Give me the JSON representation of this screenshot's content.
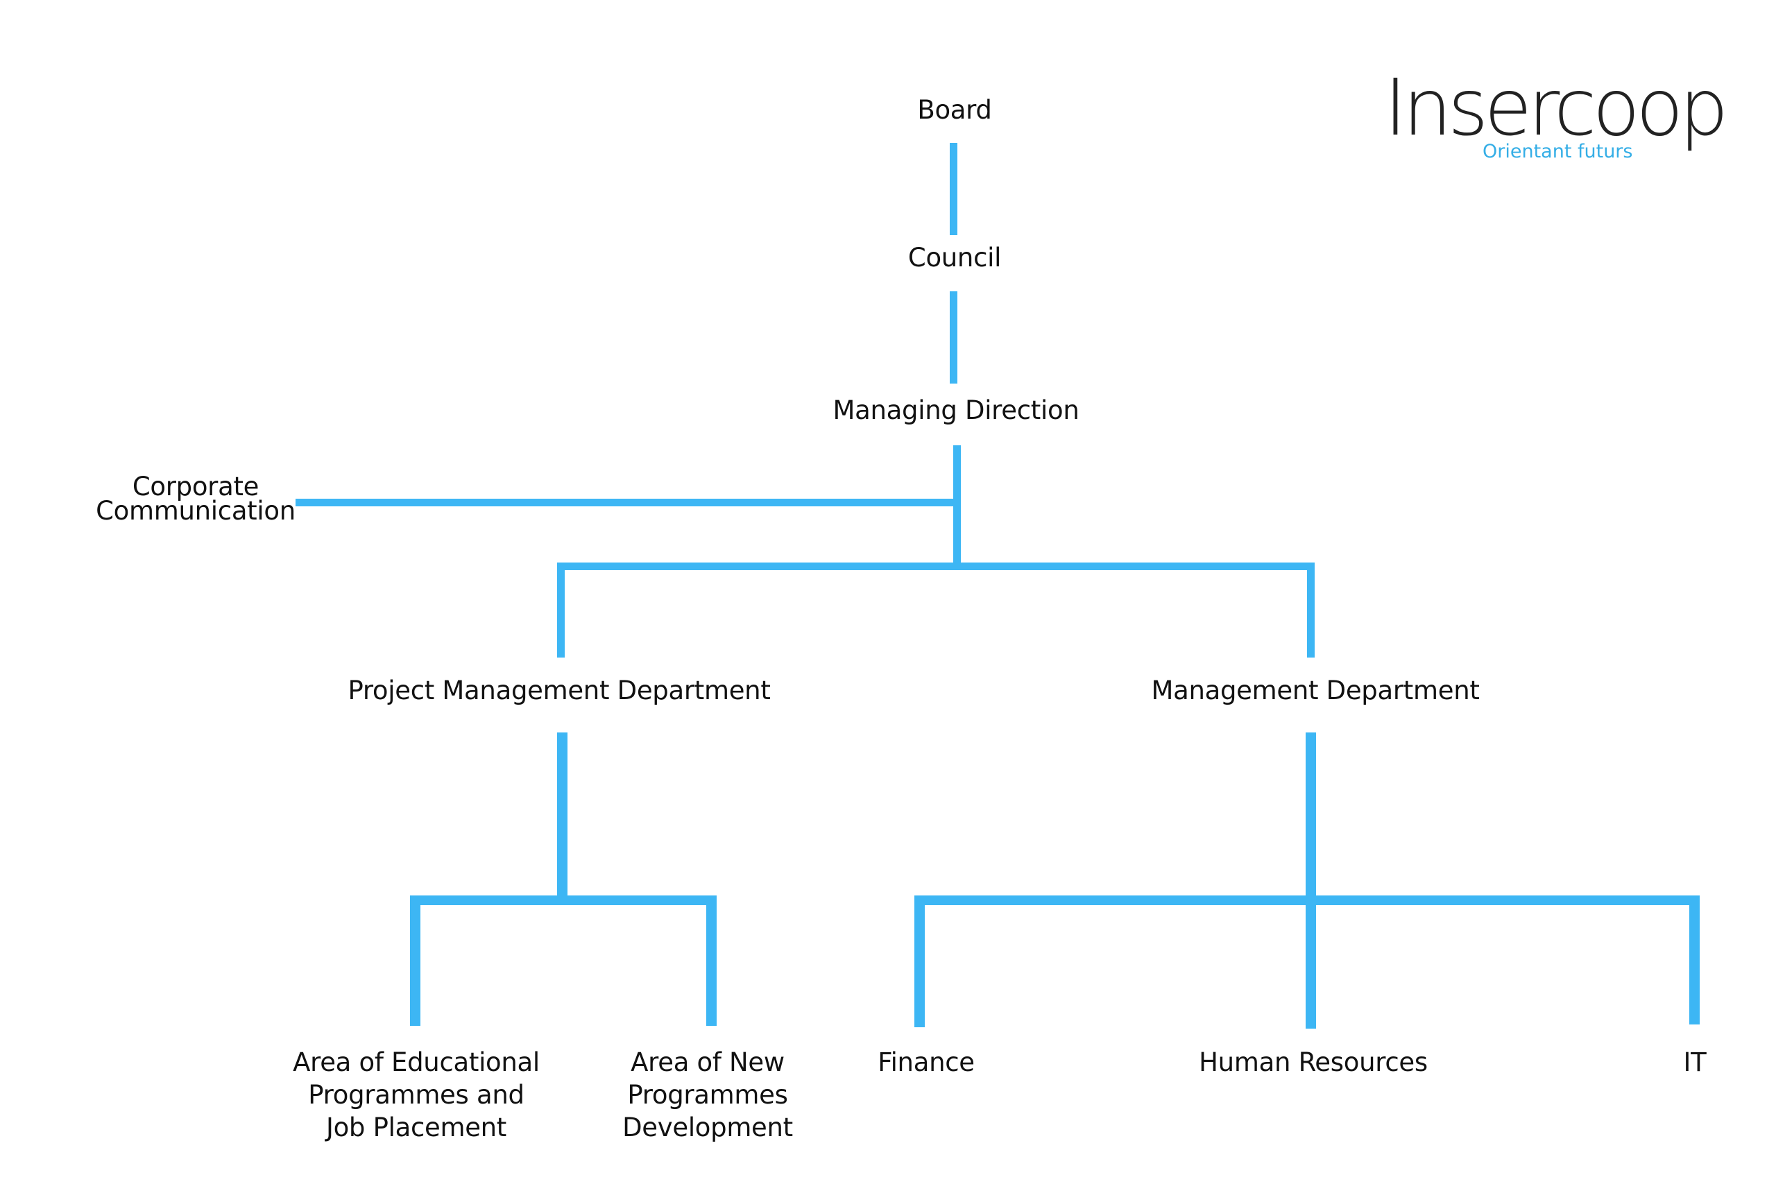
{
  "logo": {
    "brand_name": "Insercoop",
    "tagline": "Orientant futurs",
    "dark_color": "#222222",
    "accent_color": "#35aee6"
  },
  "org_chart": {
    "line_color": "#3db6f4",
    "nodes": {
      "board": "Board",
      "council": "Council",
      "managing_direction": "Managing Direction",
      "corporate_communication": [
        "Corporate",
        "Communication"
      ],
      "project_management_department": "Project Management Department",
      "management_department": "Management Department",
      "area_educational": [
        "Area of Educational",
        "Programmes and",
        "Job Placement"
      ],
      "area_new_programmes": [
        "Area of New",
        "Programmes",
        "Development"
      ],
      "finance": "Finance",
      "human_resources": "Human Resources",
      "it": "IT"
    }
  }
}
